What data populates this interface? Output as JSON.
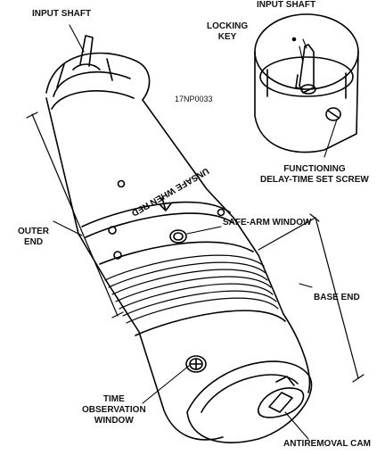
{
  "figure_id": "17NP0033",
  "labels": {
    "input_shaft_left": "INPUT SHAFT",
    "input_shaft_right": "INPUT SHAFT",
    "locking_key": [
      "LOCKING",
      "KEY"
    ],
    "functioning_screw": [
      "FUNCTIONING",
      "DELAY-TIME SET SCREW"
    ],
    "safe_arm_window": "SAFE-ARM WINDOW",
    "outer_end": [
      "OUTER",
      "END"
    ],
    "base_end": "BASE END",
    "time_observation_window": [
      "TIME",
      "OBSERVATION",
      "WINDOW"
    ],
    "antiremoval_cam": "ANTIREMOVAL CAM"
  },
  "body_text": "UNSAFE WHEN RED"
}
